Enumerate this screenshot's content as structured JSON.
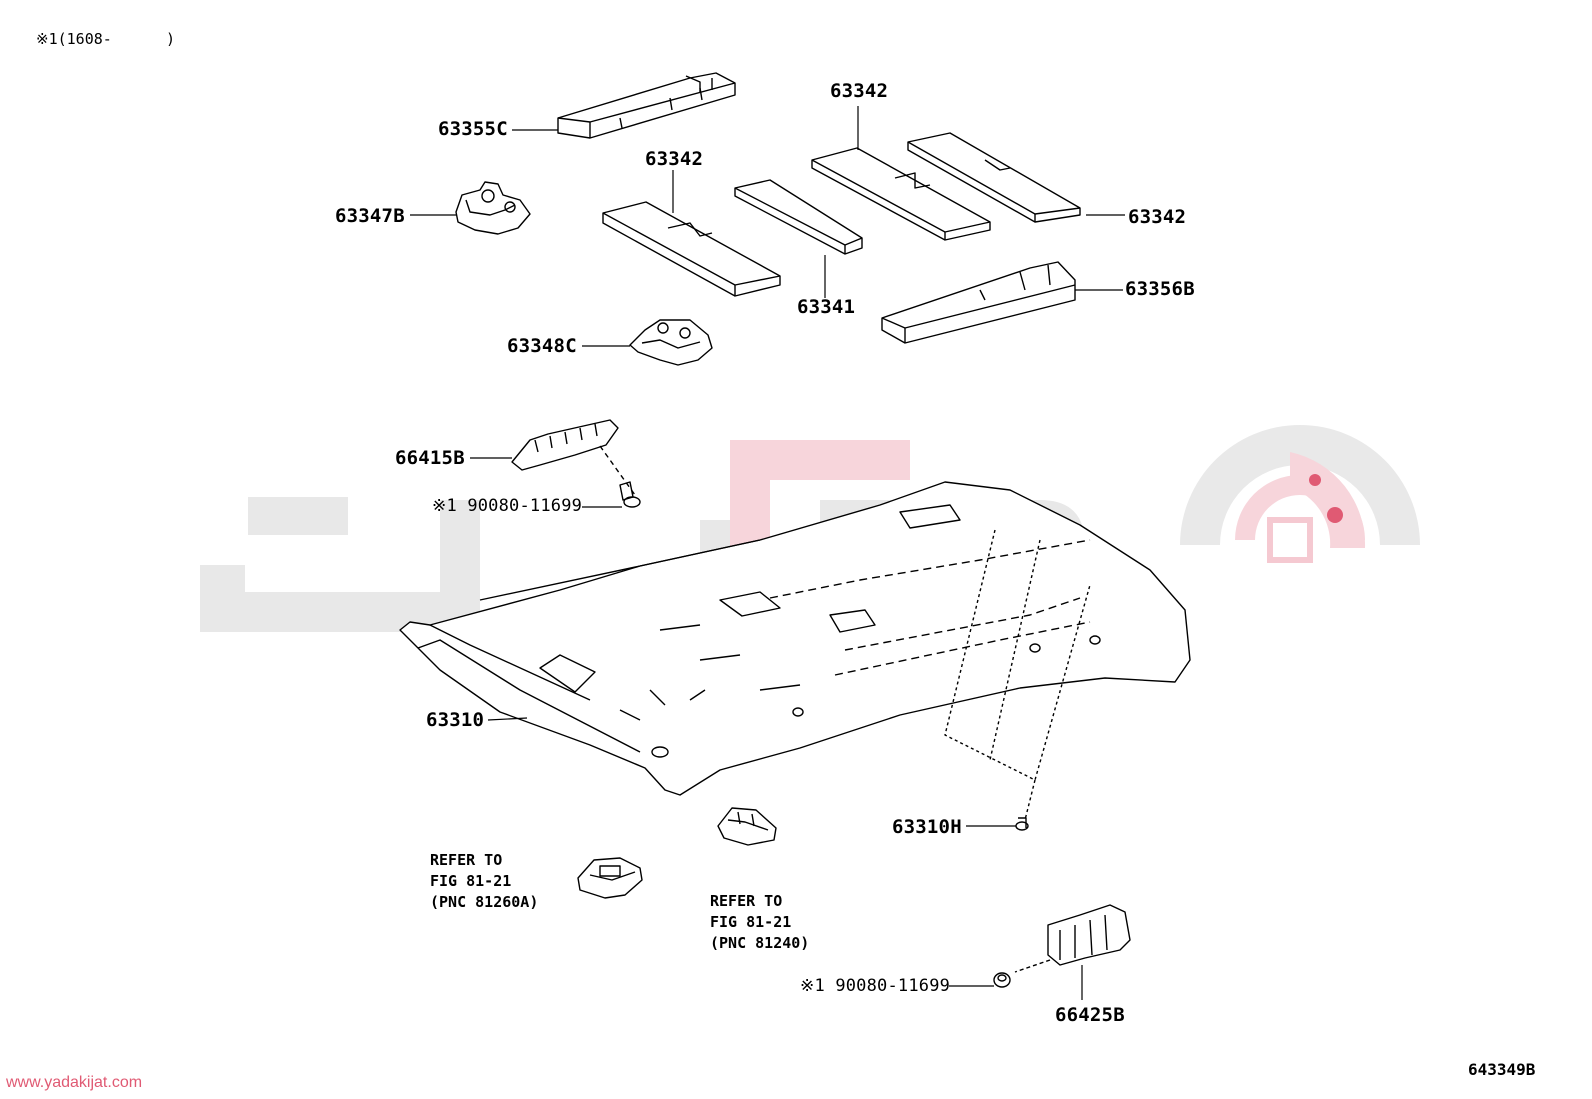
{
  "header_note": "※1(1608-      )",
  "figure_code": "643349B",
  "website": "www.yadakijat.com",
  "labels": {
    "l63355C": "63355C",
    "l63342_top": "63342",
    "l63342_mid": "63342",
    "l63342_right": "63342",
    "l63347B": "63347B",
    "l63341": "63341",
    "l63356B": "63356B",
    "l63348C": "63348C",
    "l66415B": "66415B",
    "l90080_upper": "※1 90080-11699",
    "l63310": "63310",
    "l63310H": "63310H",
    "l66425B": "66425B",
    "l90080_lower": "※1 90080-11699"
  },
  "refer_notes": {
    "left": {
      "line1": "REFER TO",
      "line2": "FIG 81-21",
      "line3": "(PNC 81260A)"
    },
    "right": {
      "line1": "REFER TO",
      "line2": "FIG 81-21",
      "line3": "(PNC 81240)"
    }
  },
  "colors": {
    "line": "#000000",
    "watermark_gray": "#e3e3e3",
    "watermark_pink": "#f5c9d1",
    "website": "#e05a73"
  },
  "icons": {
    "watermark": "yadakijat-logo-watermark"
  }
}
